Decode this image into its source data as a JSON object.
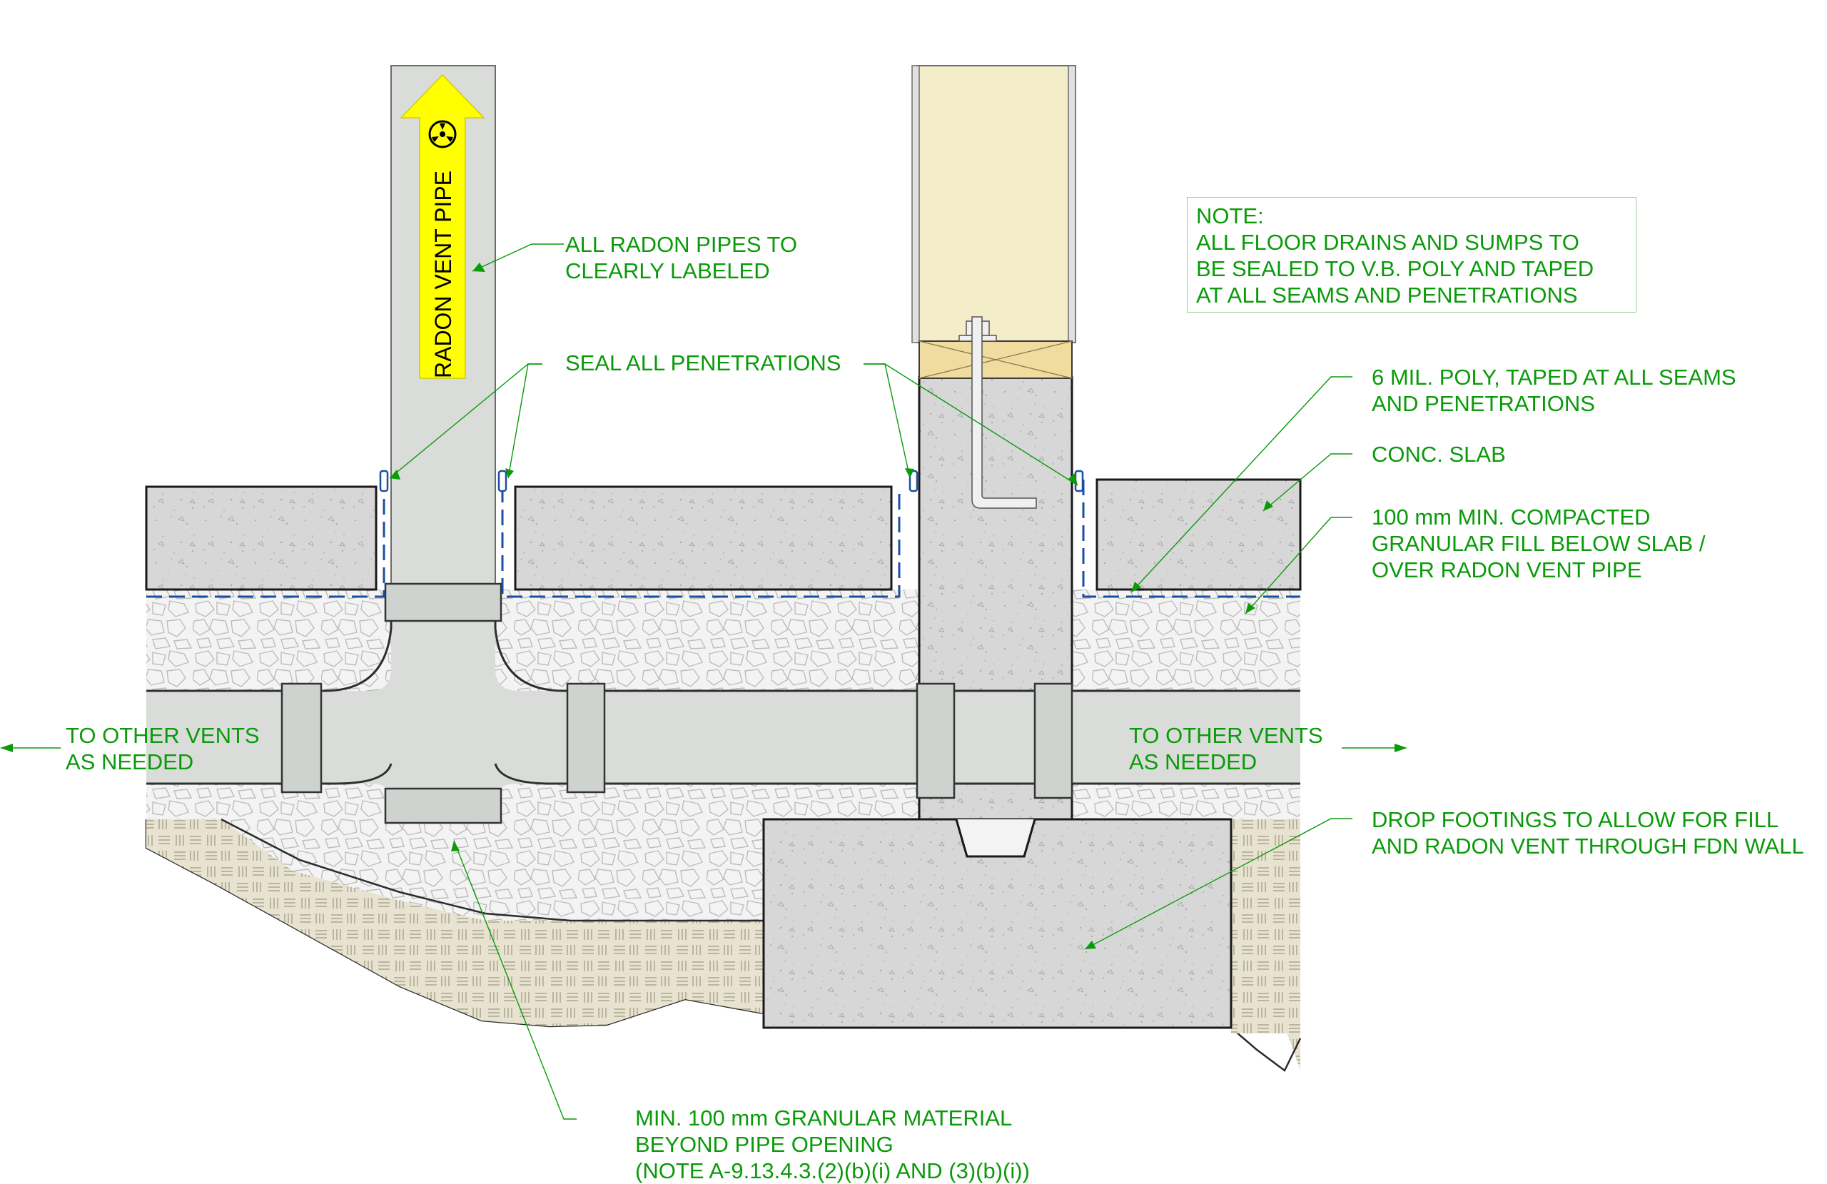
{
  "pipe_label": "RADON VENT PIPE",
  "icons": {
    "radiation": "radiation-hazard-icon",
    "arrow": "yellow-up-arrow"
  },
  "colors": {
    "label_green": "#0a9a0a",
    "arrow_yellow": "#ffff00",
    "concrete": "#d6d6d6",
    "pipe": "#d9dcd9",
    "stud": "#f3ecc6",
    "poly_blue": "#1a4fa0",
    "soil": "#e6e0cc"
  },
  "labels": {
    "radon_pipes_labeled": [
      "ALL RADON PIPES TO",
      "CLEARLY LABELED"
    ],
    "seal_penetrations": [
      "SEAL ALL PENETRATIONS"
    ],
    "note": [
      "NOTE:",
      "ALL FLOOR DRAINS AND SUMPS TO",
      "BE SEALED TO V.B. POLY AND TAPED",
      "AT ALL SEAMS AND PENETRATIONS"
    ],
    "poly": [
      "6 MIL. POLY, TAPED AT ALL SEAMS",
      "AND PENETRATIONS"
    ],
    "slab": [
      "CONC. SLAB"
    ],
    "fill": [
      "100 mm MIN. COMPACTED",
      "GRANULAR FILL BELOW SLAB /",
      "OVER RADON VENT PIPE"
    ],
    "vents_left": [
      "TO OTHER VENTS",
      "AS NEEDED"
    ],
    "vents_right": [
      "TO OTHER VENTS",
      "AS NEEDED"
    ],
    "footings": [
      "DROP FOOTINGS TO ALLOW FOR FILL",
      "AND RADON VENT THROUGH FDN WALL"
    ],
    "granular": [
      "MIN. 100 mm GRANULAR MATERIAL",
      "BEYOND PIPE OPENING",
      "(NOTE A-9.13.4.3.(2)(b)(i) AND (3)(b)(i))"
    ]
  }
}
